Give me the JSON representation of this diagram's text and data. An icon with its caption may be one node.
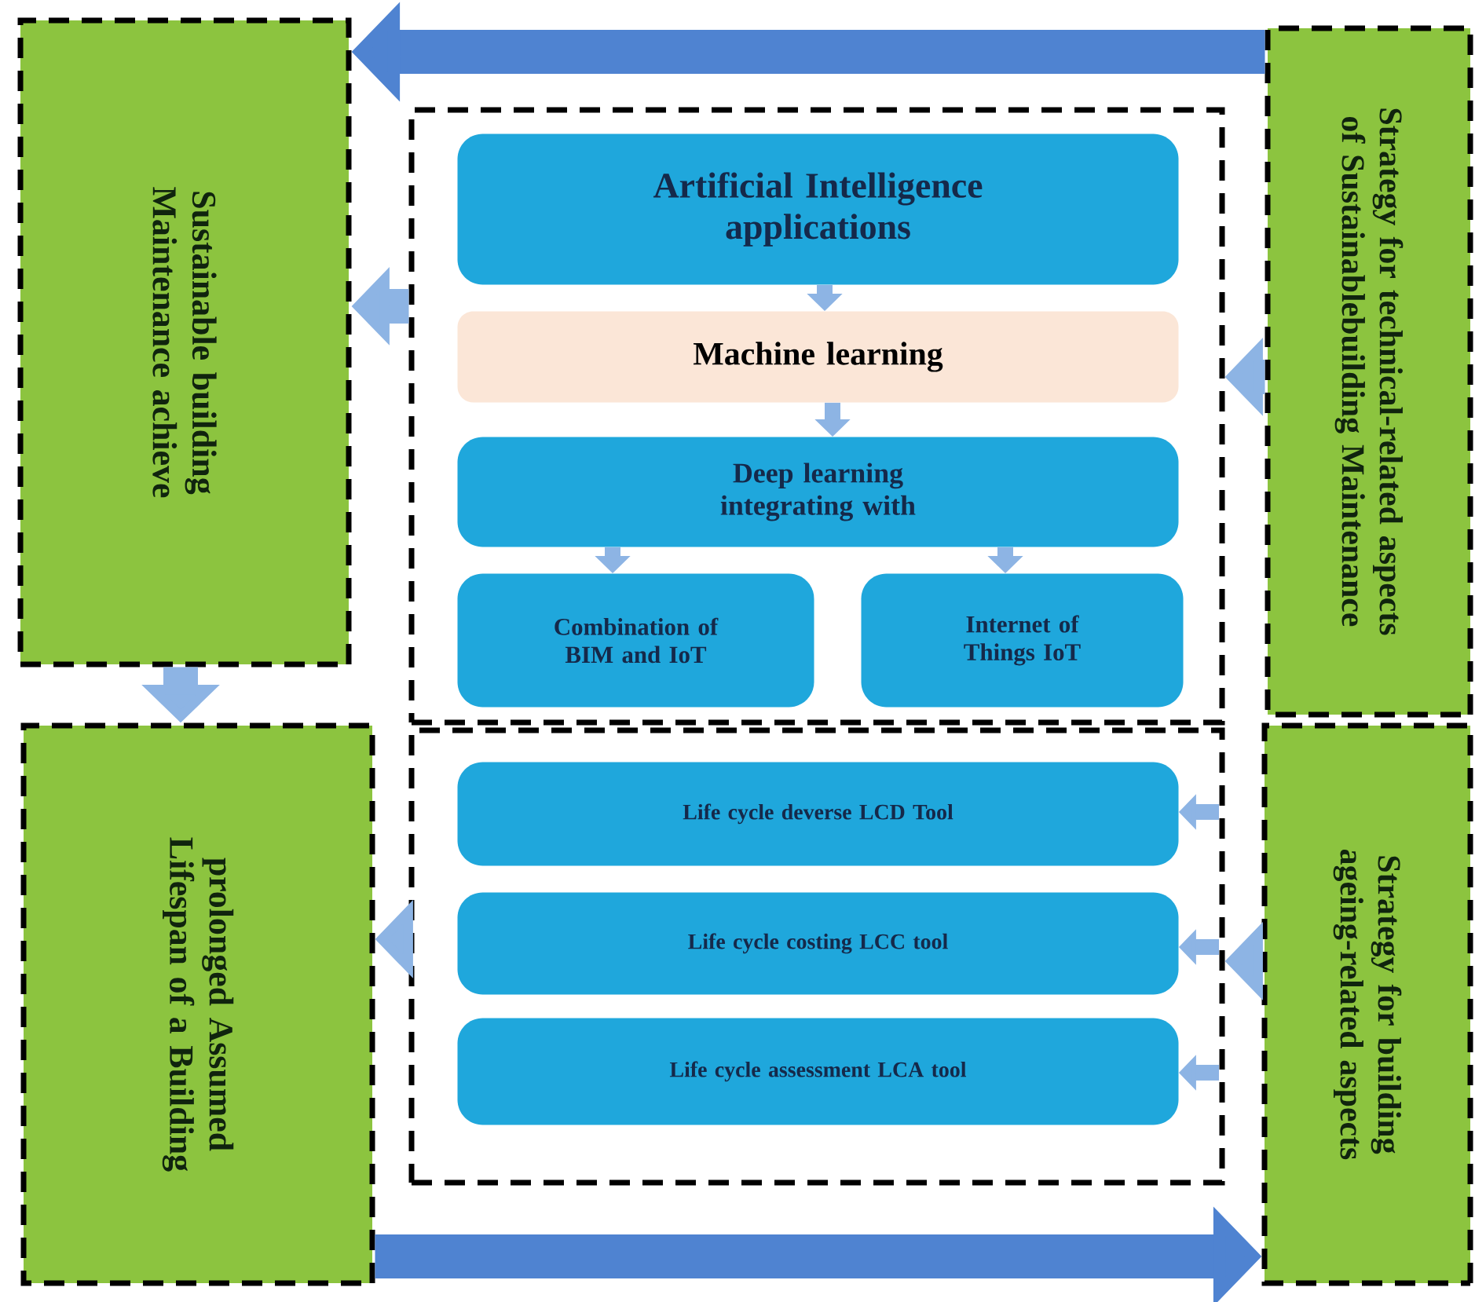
{
  "diagram": {
    "nodes": [
      {
        "text": [
          "Sustainable building Maintenance achieve"
        ]
      },
      {
        "text": [
          "Strategy for technical-related aspects of Sustainablebuilding Maintenance"
        ]
      },
      {
        "text": [],
        "shape": "box"
      },
      {
        "text": [
          "Artificial Intelligence applications"
        ],
        "in": 2
      },
      {
        "text": [
          "Machine learning"
        ],
        "in": 2
      },
      {
        "text": [
          "Deep learning integrating with"
        ],
        "in": 2
      },
      {
        "text": [
          "Combination of BIM and IoT"
        ],
        "in": 2
      },
      {
        "text": [
          "Internet of Things IoT"
        ],
        "in": 2
      },
      {
        "text": [],
        "shape": "box"
      },
      {
        "text": [
          "Life cycle deverse LCD Tool"
        ],
        "in": 8
      },
      {
        "text": [
          "Life cycle costing LCC tool"
        ],
        "in": 8
      },
      {
        "text": [
          "Life cycle assessment LCA tool"
        ],
        "in": 8
      },
      {
        "text": [
          "prolonged Assumed Lifespan of a Building"
        ]
      },
      {
        "text": [
          "Strategy for building ageing-related aspects"
        ]
      }
    ],
    "edges": [
      {
        "from": 1,
        "to": 0,
        "arrow": "to",
        "style": "thick",
        "color": "#4f83d1"
      },
      {
        "from": 2,
        "to": 0,
        "arrow": "to",
        "style": "thick"
      },
      {
        "from": 1,
        "to": 2,
        "arrow": "to",
        "style": "thick"
      },
      {
        "from": 3,
        "to": 4,
        "arrow": "to"
      },
      {
        "from": 4,
        "to": 5,
        "arrow": "to"
      },
      {
        "from": 5,
        "to": 6,
        "arrow": "to"
      },
      {
        "from": 5,
        "to": 7,
        "arrow": "to"
      },
      {
        "from": 0,
        "to": 12,
        "arrow": "to",
        "style": "thick"
      },
      {
        "from": 8,
        "to": 12,
        "arrow": "to",
        "style": "thick"
      },
      {
        "from": 13,
        "to": 8,
        "arrow": "to",
        "style": "thick"
      },
      {
        "from": null,
        "to": 9,
        "arrow": "to"
      },
      {
        "from": null,
        "to": 10,
        "arrow": "to"
      },
      {
        "from": null,
        "to": 11,
        "arrow": "to"
      },
      {
        "from": 12,
        "to": 13,
        "arrow": "to",
        "style": "thick",
        "color": "#4f83d1"
      }
    ]
  }
}
